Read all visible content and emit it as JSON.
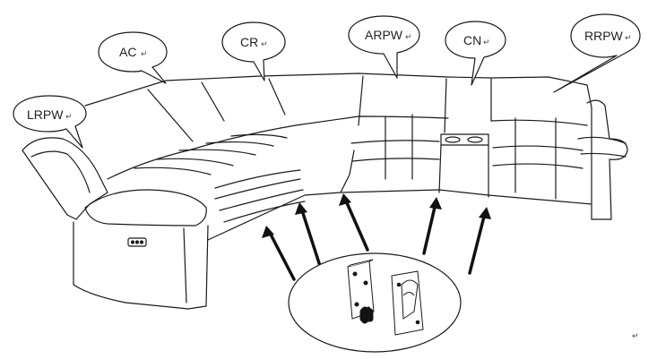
{
  "callouts": [
    {
      "id": "lrpw",
      "text": "LRPW"
    },
    {
      "id": "ac",
      "text": "AC"
    },
    {
      "id": "cr",
      "text": "CR"
    },
    {
      "id": "arpw",
      "text": "ARPW"
    },
    {
      "id": "cn",
      "text": "CN"
    },
    {
      "id": "rrpw",
      "text": "RRPW"
    }
  ],
  "return_mark": "↵"
}
